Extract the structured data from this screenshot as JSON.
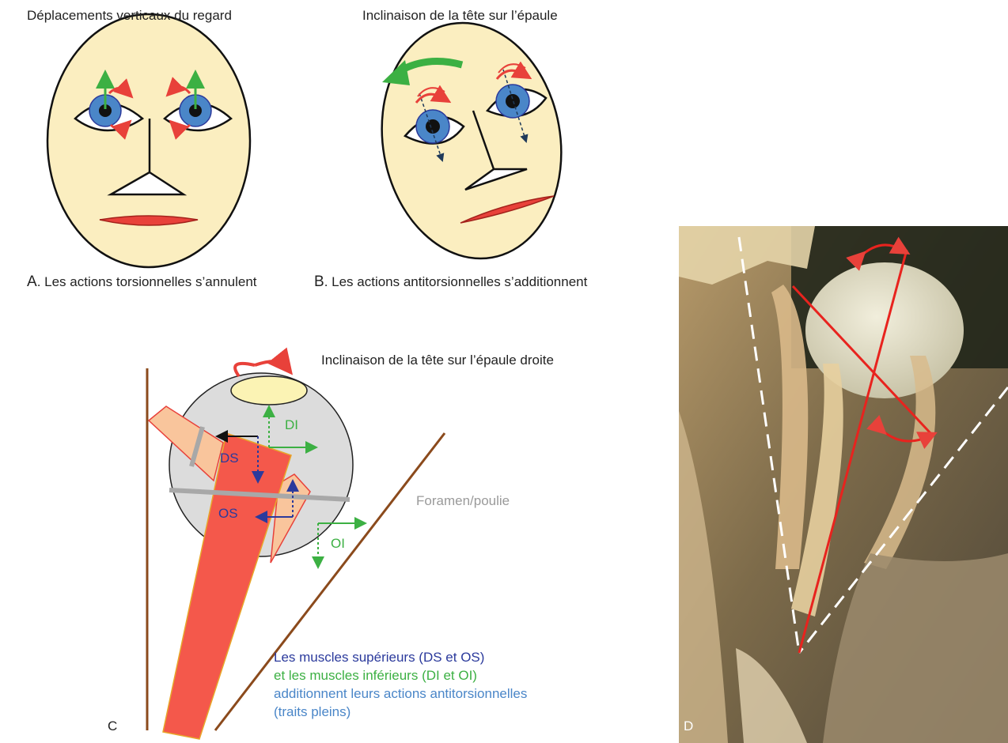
{
  "panelA": {
    "title": "Déplacements verticaux du regard",
    "letter": "A",
    "caption": ". Les actions torsionnelles s’annulent"
  },
  "panelB": {
    "title": "Inclinaison de la tête sur l’épaule",
    "letter": "B",
    "caption": ". Les actions antitorsionnelles s’additionnent"
  },
  "panelC": {
    "letter": "C",
    "title": "Inclinaison de la tête sur l’épaule droite",
    "labels": {
      "di": "DI",
      "ds": "DS",
      "os": "OS",
      "oi": "OI"
    },
    "foramen": "Foramen/poulie",
    "note": {
      "line1": "Les muscles supérieurs (DS et OS)",
      "line2": "et les muscles inférieurs (DI et OI)",
      "line3": "additionnent leurs actions antitorsionnelles",
      "line4": "(traits pleins)"
    }
  },
  "panelD": {
    "letter": "D"
  },
  "colors": {
    "face": "#fbeec0",
    "iris": "#4a86c8",
    "red": "#e8413a",
    "green": "#3cb043",
    "darkBlue": "#2b3a9c",
    "muscle": "#f4584b",
    "tendon": "#f9c59c",
    "globe": "#dcdcdc",
    "wall": "#8b4a1c"
  }
}
